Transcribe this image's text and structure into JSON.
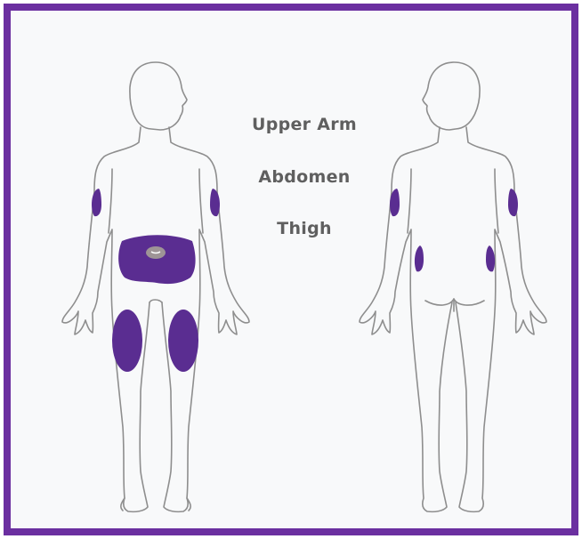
{
  "labels": {
    "upper_arm": "Upper Arm",
    "abdomen": "Abdomen",
    "thigh": "Thigh"
  },
  "colors": {
    "frame": "#6b2fa0",
    "site_fill": "#5a2d91",
    "navel_fill": "#9e9496",
    "outline": "#8e8e8e",
    "label_text": "#5f5f5f"
  }
}
